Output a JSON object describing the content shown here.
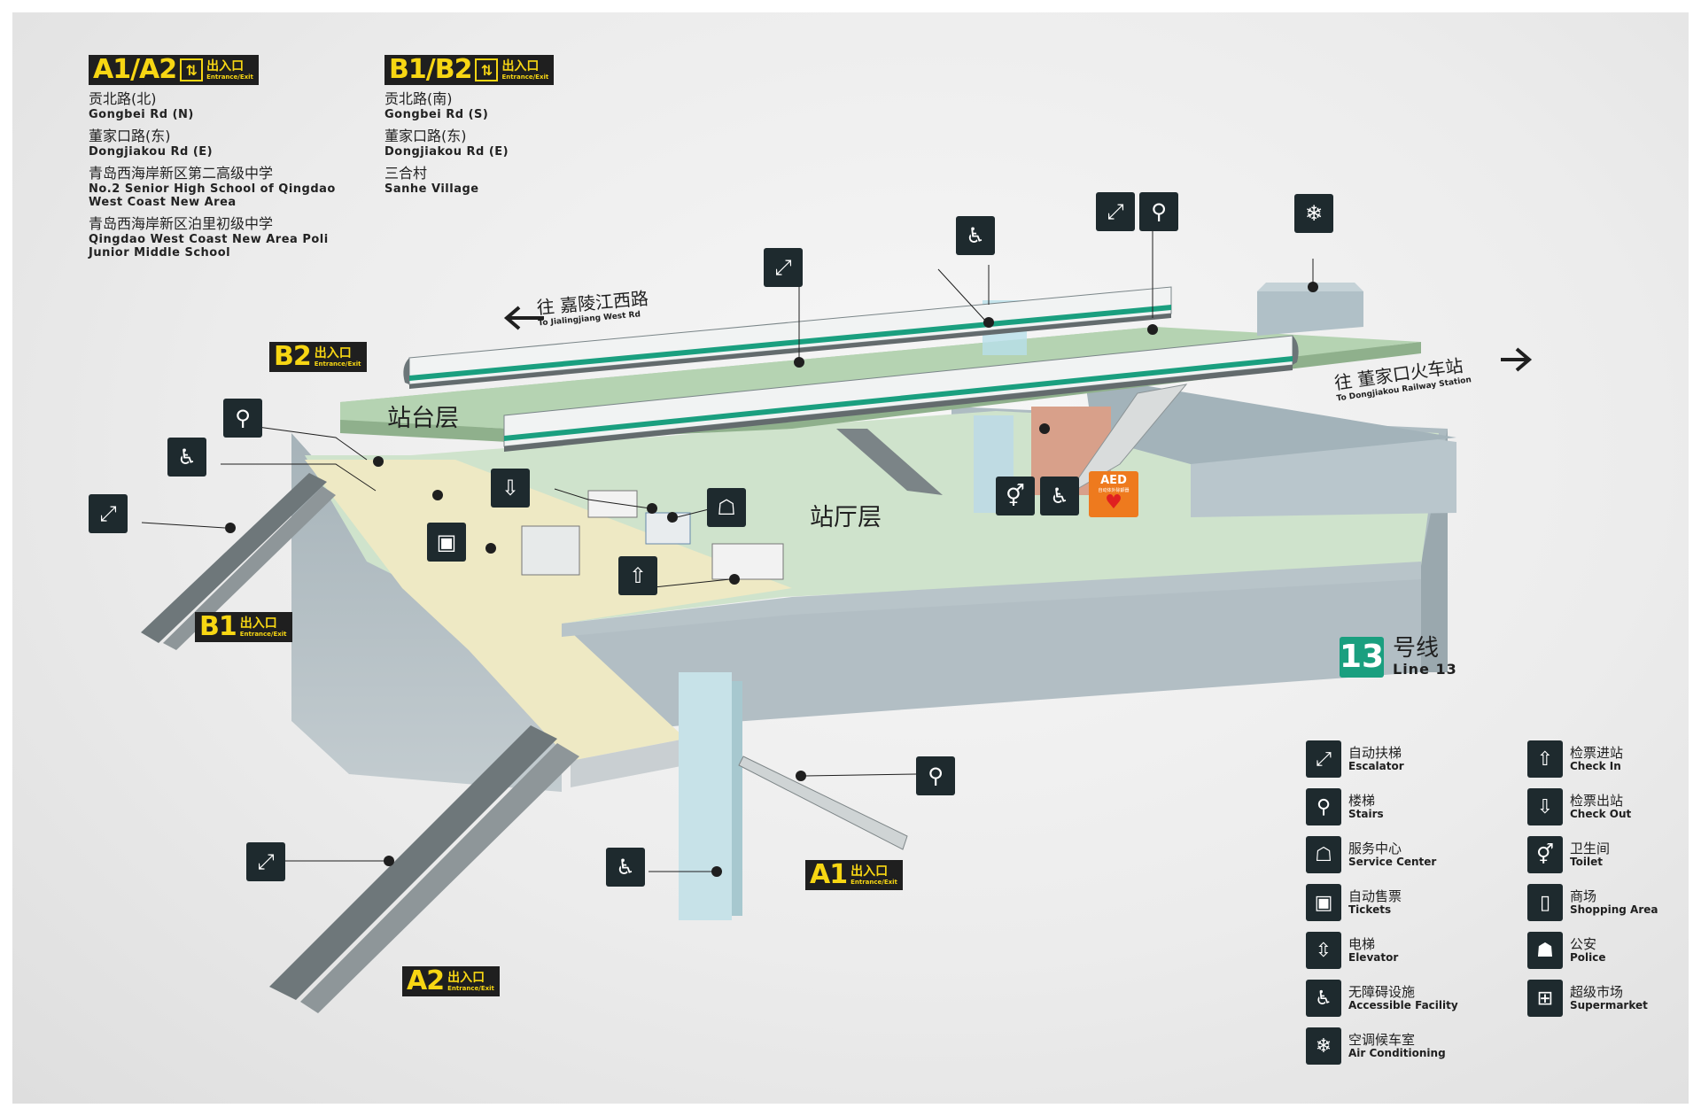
{
  "exits": {
    "a1a2": {
      "code": "A1/A2",
      "zh": "出入口",
      "en": "Entrance/Exit"
    },
    "b1b2": {
      "code": "B1/B2",
      "zh": "出入口",
      "en": "Entrance/Exit"
    },
    "b2": {
      "code": "B2",
      "zh": "出入口",
      "en": "Entrance/Exit"
    },
    "b1": {
      "code": "B1",
      "zh": "出入口",
      "en": "Entrance/Exit"
    },
    "a1": {
      "code": "A1",
      "zh": "出入口",
      "en": "Entrance/Exit"
    },
    "a2": {
      "code": "A2",
      "zh": "出入口",
      "en": "Entrance/Exit"
    }
  },
  "destinations_a": [
    {
      "zh": "贡北路(北)",
      "en": "Gongbei Rd (N)"
    },
    {
      "zh": "董家口路(东)",
      "en": "Dongjiakou Rd (E)"
    },
    {
      "zh": "青岛西海岸新区第二高级中学",
      "en": "No.2 Senior High School of Qingdao West Coast New Area"
    },
    {
      "zh": "青岛西海岸新区泊里初级中学",
      "en": "Qingdao West Coast New Area Poli Junior Middle School"
    }
  ],
  "destinations_b": [
    {
      "zh": "贡北路(南)",
      "en": "Gongbei Rd (S)"
    },
    {
      "zh": "董家口路(东)",
      "en": "Dongjiakou Rd (E)"
    },
    {
      "zh": "三合村",
      "en": "Sanhe Village"
    }
  ],
  "levels": {
    "platform": "站台层",
    "concourse": "站厅层"
  },
  "directions": {
    "west": {
      "zh": "往 嘉陵江西路",
      "en": "To Jialingjiang West Rd"
    },
    "east": {
      "zh": "往 董家口火车站",
      "en": "To Dongjiakou Railway Station"
    }
  },
  "aed": {
    "title": "AED",
    "subtitle": "自动体外除颤器"
  },
  "line": {
    "number": "13",
    "zh": "号线",
    "en": "Line 13"
  },
  "legend": [
    {
      "icon": "escalator-icon",
      "zh": "自动扶梯",
      "en": "Escalator"
    },
    {
      "icon": "stairs-icon",
      "zh": "楼梯",
      "en": "Stairs"
    },
    {
      "icon": "service-center-icon",
      "zh": "服务中心",
      "en": "Service Center"
    },
    {
      "icon": "tickets-icon",
      "zh": "自动售票",
      "en": "Tickets"
    },
    {
      "icon": "elevator-icon",
      "zh": "电梯",
      "en": "Elevator"
    },
    {
      "icon": "accessible-icon",
      "zh": "无障碍设施",
      "en": "Accessible Facility"
    },
    {
      "icon": "air-conditioning-icon",
      "zh": "空调候车室",
      "en": "Air Conditioning"
    },
    {
      "icon": "check-in-icon",
      "zh": "检票进站",
      "en": "Check In"
    },
    {
      "icon": "check-out-icon",
      "zh": "检票出站",
      "en": "Check Out"
    },
    {
      "icon": "toilet-icon",
      "zh": "卫生间",
      "en": "Toilet"
    },
    {
      "icon": "shopping-icon",
      "zh": "商场",
      "en": "Shopping Area"
    },
    {
      "icon": "police-icon",
      "zh": "公安",
      "en": "Police"
    },
    {
      "icon": "supermarket-icon",
      "zh": "超级市场",
      "en": "Supermarket"
    }
  ],
  "colors": {
    "exit_yellow": "#f7d613",
    "line_green": "#1a9f7f",
    "icon_dark": "#1e2a2e",
    "aed_orange": "#ee7a1e"
  }
}
